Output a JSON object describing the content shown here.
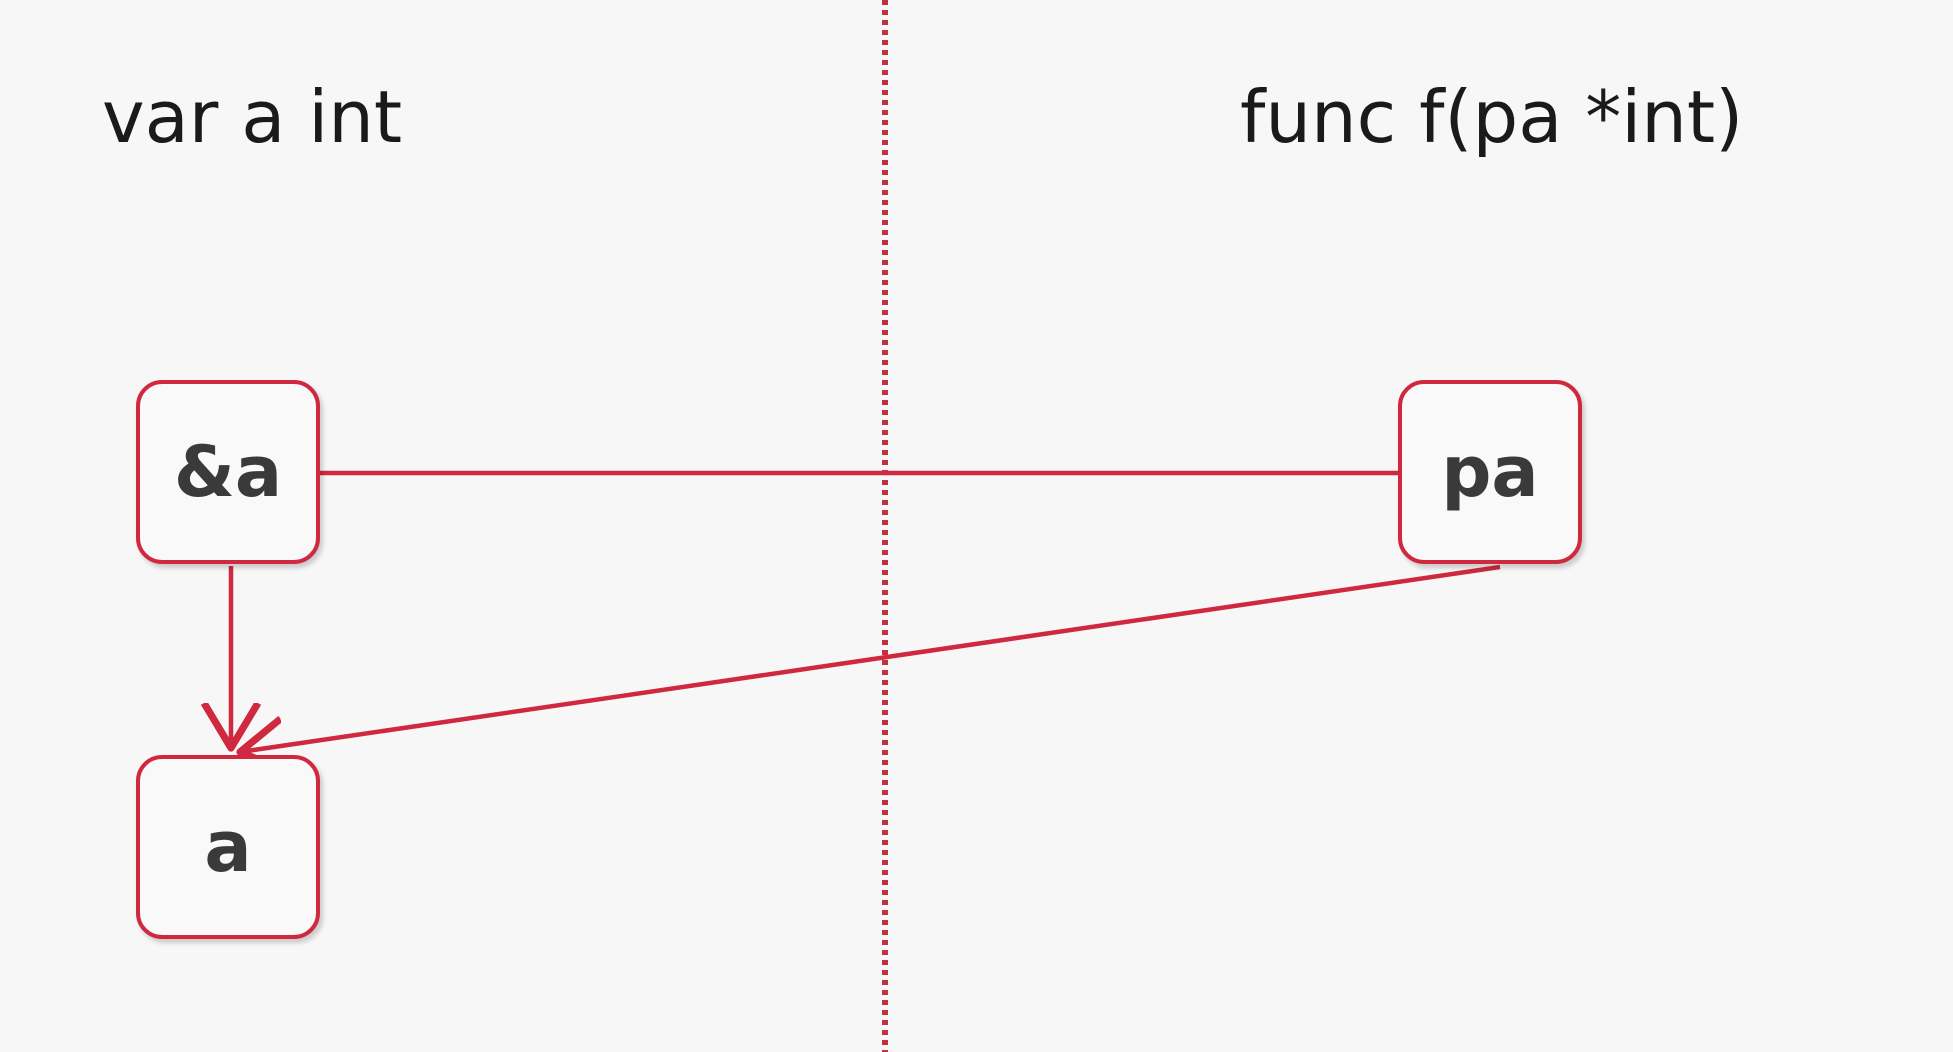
{
  "caller": {
    "declaration": "var a int",
    "address_box_label": "&a",
    "variable_box_label": "a"
  },
  "callee": {
    "declaration": "func f(pa *int)",
    "param_box_label": "pa"
  },
  "colors": {
    "accent": "#d0293f",
    "background": "#f7f7f7",
    "text": "#1a1a1a",
    "box_text": "#3a3a3a"
  }
}
